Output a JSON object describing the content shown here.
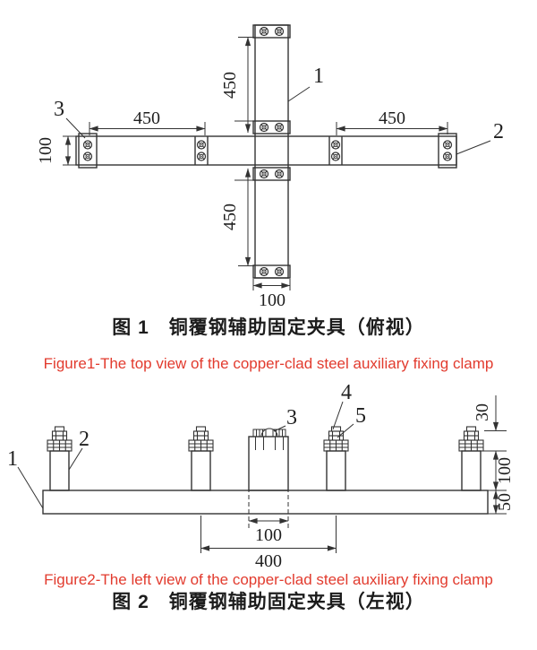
{
  "colors": {
    "line": "#333333",
    "text": "#1f1f1f",
    "caption_red": "#e23b2e"
  },
  "figure1": {
    "caption_zh": "图 1　铜覆钢辅助固定夹具（俯视）",
    "caption_en": "Figure1-The top view of the copper-clad steel auxiliary fixing clamp",
    "dims": {
      "top_arm_length": "450",
      "bottom_arm_length": "450",
      "left_arm_length": "450",
      "right_arm_length": "450",
      "bar_width": "100",
      "arm_width": "100"
    },
    "part_labels": {
      "p1": "1",
      "p2": "2",
      "p3": "3"
    }
  },
  "figure2": {
    "caption_zh": "图 2　铜覆钢辅助固定夹具（左视）",
    "caption_en": "Figure2-The left view of the copper-clad steel auxiliary fixing clamp",
    "dims": {
      "top_offset": "30",
      "post_height": "100",
      "base_height": "50",
      "clamp_spacing": "100",
      "post_span": "400"
    },
    "part_labels": {
      "p1": "1",
      "p2": "2",
      "p3": "3",
      "p4": "4",
      "p5": "5"
    }
  }
}
